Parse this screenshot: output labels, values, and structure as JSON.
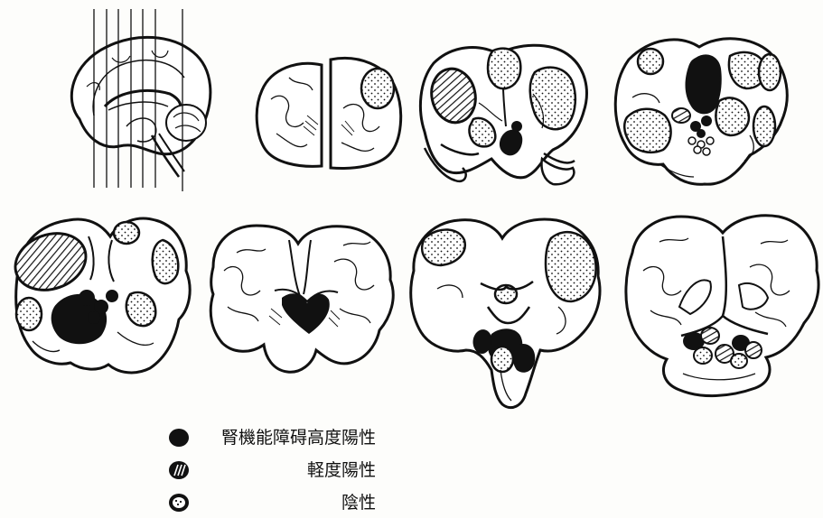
{
  "figure": {
    "panels": [
      "sagittal-overview",
      "coronal-section-1",
      "coronal-section-2",
      "coronal-section-3",
      "coronal-section-4",
      "coronal-section-5",
      "coronal-section-6",
      "coronal-section-7"
    ],
    "colors": {
      "ink": "#111111",
      "paper": "#fdfdfb"
    }
  },
  "legend": {
    "items": [
      {
        "label": "腎機能障碍高度陽性",
        "pattern": "solid-black"
      },
      {
        "label": "軽度陽性",
        "pattern": "hatched"
      },
      {
        "label": "陰性",
        "pattern": "dotted"
      }
    ]
  }
}
